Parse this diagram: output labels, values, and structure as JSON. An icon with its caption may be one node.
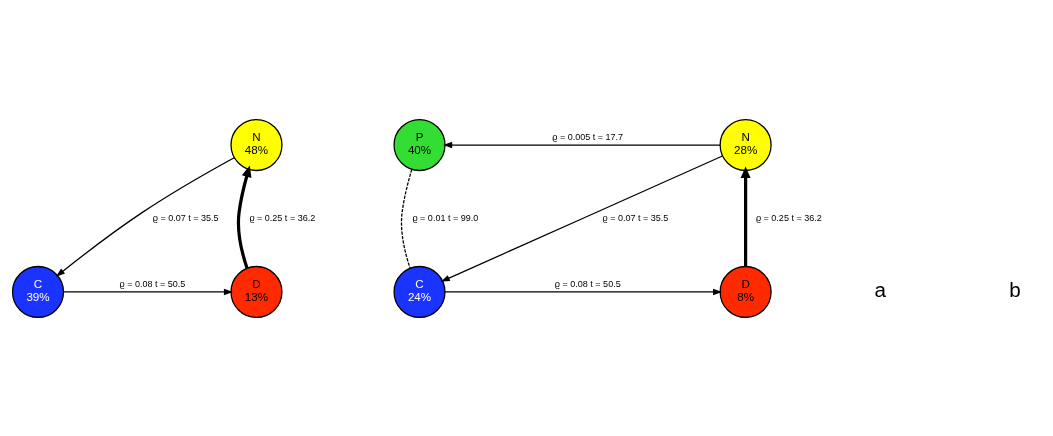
{
  "diagram": {
    "nodes": [
      {
        "text": [
          "N",
          "48%"
        ]
      },
      {
        "text": [
          "C",
          "39%"
        ]
      },
      {
        "text": [
          "D",
          "13%"
        ]
      },
      {
        "text": [
          "P",
          "40%"
        ]
      },
      {
        "text": [
          "N",
          "28%"
        ]
      },
      {
        "text": [
          "C",
          "24%"
        ]
      },
      {
        "text": [
          "D",
          "8%"
        ]
      }
    ],
    "edges": [
      {
        "from": 0,
        "to": 1,
        "arrow": "to",
        "label": "ϱ = 0.07 t = 35.5"
      },
      {
        "from": 2,
        "to": 0,
        "arrow": "to",
        "style": "thick",
        "label": "ϱ = 0.25 t = 36.2"
      },
      {
        "from": 1,
        "to": 2,
        "arrow": "to",
        "label": "ϱ = 0.08 t = 50.5"
      },
      {
        "from": 4,
        "to": 3,
        "arrow": "to",
        "label": "ϱ = 0.005 t = 17.7"
      },
      {
        "from": 3,
        "to": 5,
        "arrow": "none",
        "style": "dashed",
        "label": "ϱ = 0.01 t = 99.0"
      },
      {
        "from": 4,
        "to": 5,
        "arrow": "to",
        "label": "ϱ = 0.07 t = 35.5"
      },
      {
        "from": 6,
        "to": 4,
        "arrow": "to",
        "style": "thick",
        "label": "ϱ = 0.25 t = 36.2"
      },
      {
        "from": 5,
        "to": 6,
        "arrow": "to",
        "label": "ϱ = 0.08 t = 50.5"
      }
    ],
    "labels": [
      "a",
      "b"
    ]
  }
}
